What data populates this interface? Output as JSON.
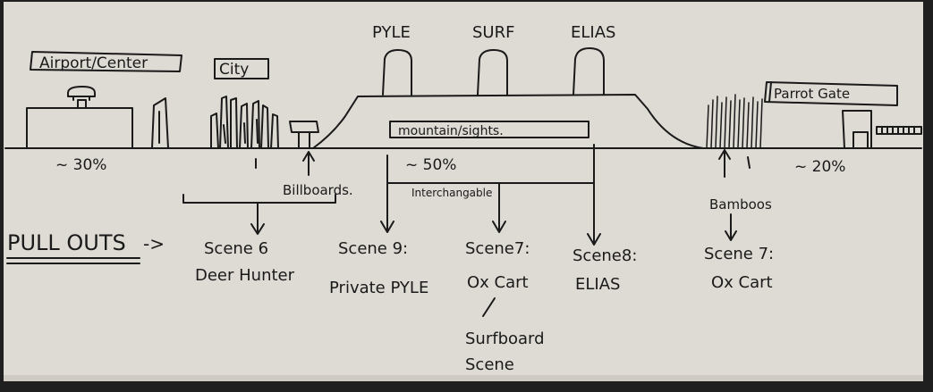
{
  "labels": {
    "airport": "Airport/Center",
    "city": "City",
    "pyle": "PYLE",
    "surf": "SURF",
    "elias": "ELIAS",
    "parrot_gate": "Parrot Gate",
    "mountain_sights": "mountain/sights.",
    "pct_left": "~ 30%",
    "pct_mid": "~ 50%",
    "pct_right": "~ 20%",
    "billboards": "Billboards.",
    "interchangeable": "Interchangable",
    "bamboos": "Bamboos",
    "pull_outs": "PULL OUTS",
    "pull_outs_arrow": "->"
  },
  "scenes": {
    "scene6_a": "Scene 6",
    "scene6_b": "Deer Hunter",
    "scene9_a": "Scene 9:",
    "scene9_b": "Private PYLE",
    "scene7a_a": "Scene7:",
    "scene7a_b": "Ox Cart",
    "surfboard_a": "Surfboard",
    "surfboard_b": "Scene",
    "scene8_a": "Scene8:",
    "scene8_b": "ELIAS",
    "scene7b_a": "Scene 7:",
    "scene7b_b": "Ox Cart"
  },
  "colors": {
    "paper": "#dedad4",
    "ink": "#1a1a1a",
    "background": "#1f1f1f"
  }
}
